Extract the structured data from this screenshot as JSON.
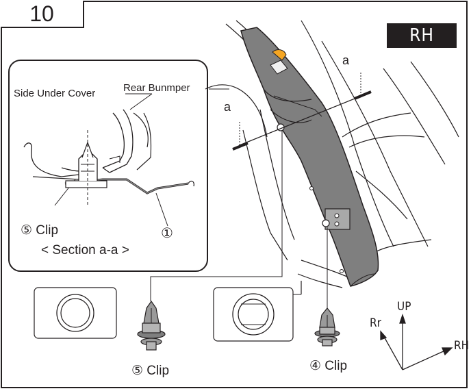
{
  "step_number": "10",
  "side_badge": "RH",
  "section_view": {
    "label_side_under_cover": "Side Under Cover",
    "label_rear_bumper": "Rear Bunmper",
    "label_clip": "⑤ Clip",
    "label_part": "①",
    "caption": "< Section a-a >"
  },
  "section_markers": [
    "a",
    "a"
  ],
  "parts": [
    {
      "label": "⑤ Clip"
    },
    {
      "label": "④ Clip"
    }
  ],
  "directions": {
    "up": "UP",
    "rear": "Rr",
    "rh": "RH"
  }
}
